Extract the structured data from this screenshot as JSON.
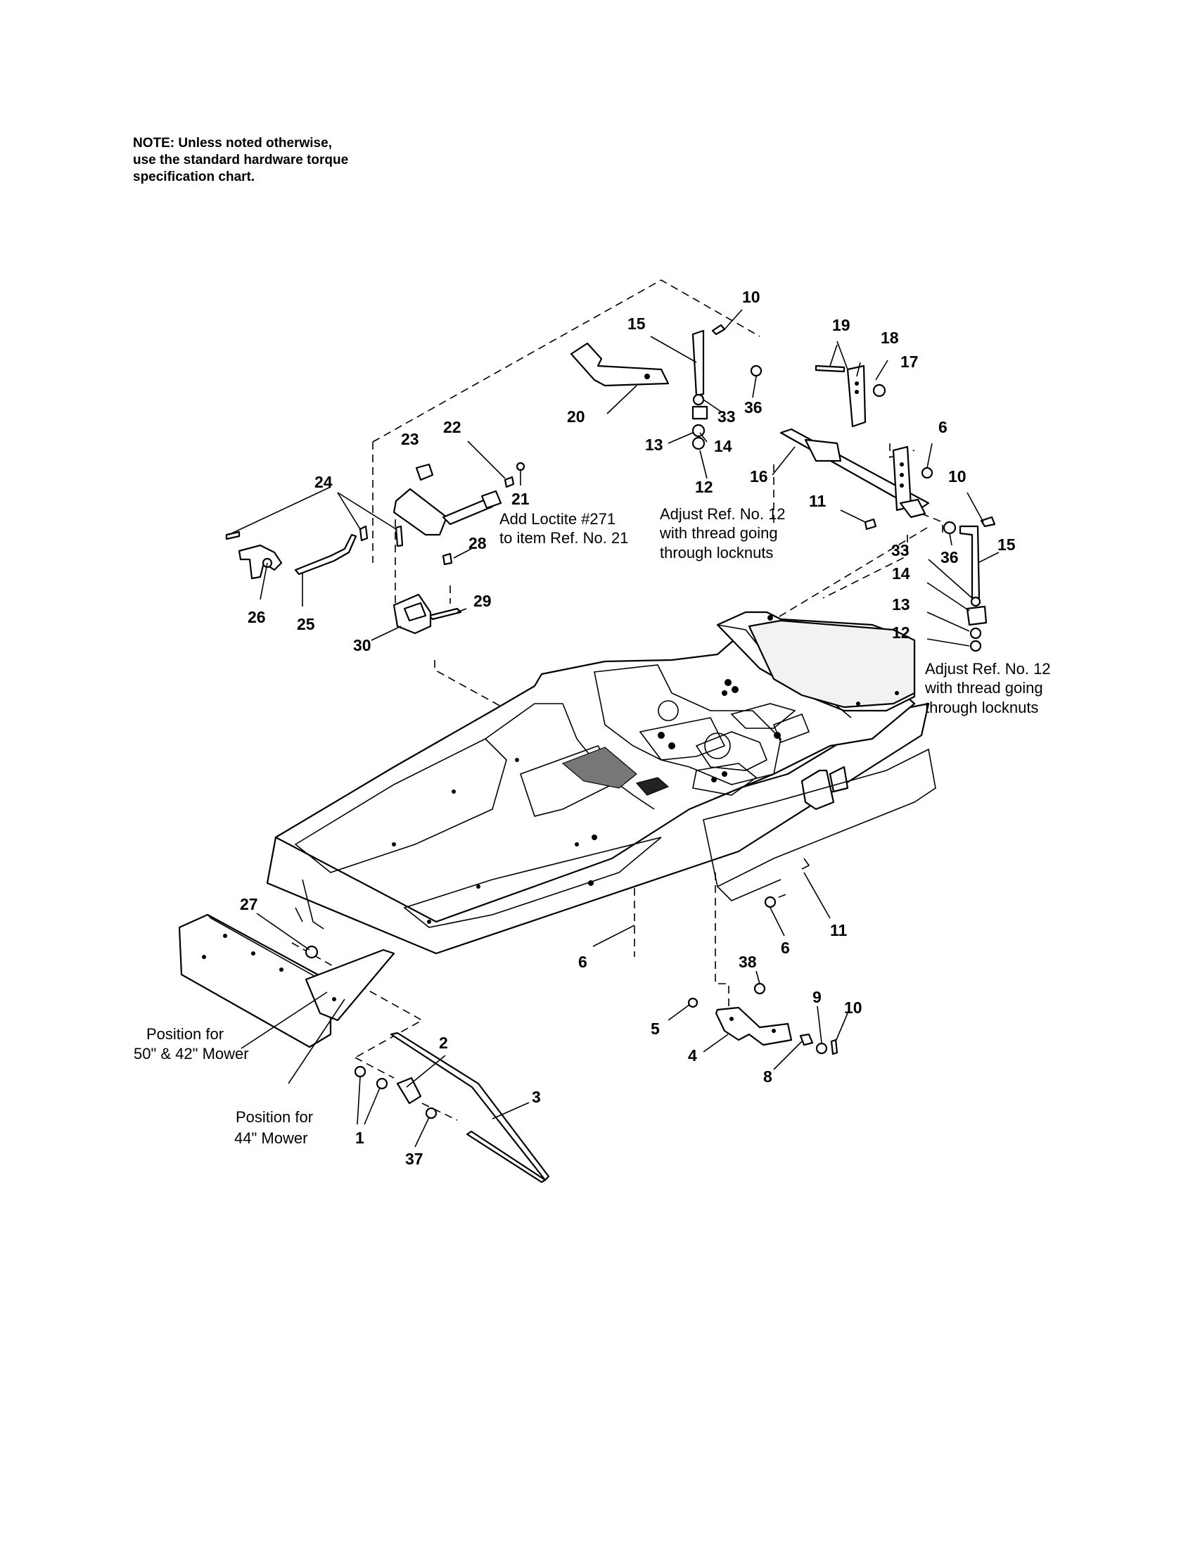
{
  "note": {
    "lines": [
      "NOTE: Unless noted otherwise,",
      "use the standard hardware torque",
      "specification chart."
    ]
  },
  "annotations": {
    "loctite": [
      "Add Loctite #271",
      "to item Ref. No. 21"
    ],
    "adjust_upper": [
      "Adjust Ref. No. 12",
      "with thread going",
      "through locknuts"
    ],
    "adjust_right": [
      "Adjust Ref. No. 12",
      "with thread going",
      "through locknuts"
    ],
    "position_50_42": [
      "Position for",
      "50\" & 42\" Mower"
    ],
    "position_44": [
      "Position for",
      "44\" Mower"
    ]
  },
  "callouts": {
    "c10a": "10",
    "c15a": "15",
    "c19": "19",
    "c18": "18",
    "c17": "17",
    "c20": "20",
    "c33a": "33",
    "c36a": "36",
    "c13a": "13",
    "c14a": "14",
    "c12a": "12",
    "c16": "16",
    "c6a": "6",
    "c10b": "10",
    "c11a": "11",
    "c36b": "36",
    "c15b": "15",
    "c33b": "33",
    "c14b": "14",
    "c13b": "13",
    "c12b": "12",
    "c22": "22",
    "c23": "23",
    "c21": "21",
    "c24": "24",
    "c28": "28",
    "c29": "29",
    "c26": "26",
    "c25": "25",
    "c30": "30",
    "c27": "27",
    "c6b": "6",
    "c2": "2",
    "c3": "3",
    "c1": "1",
    "c37": "37",
    "c11b": "11",
    "c6c": "6",
    "c38": "38",
    "c9": "9",
    "c10c": "10",
    "c5": "5",
    "c4": "4",
    "c8": "8"
  }
}
